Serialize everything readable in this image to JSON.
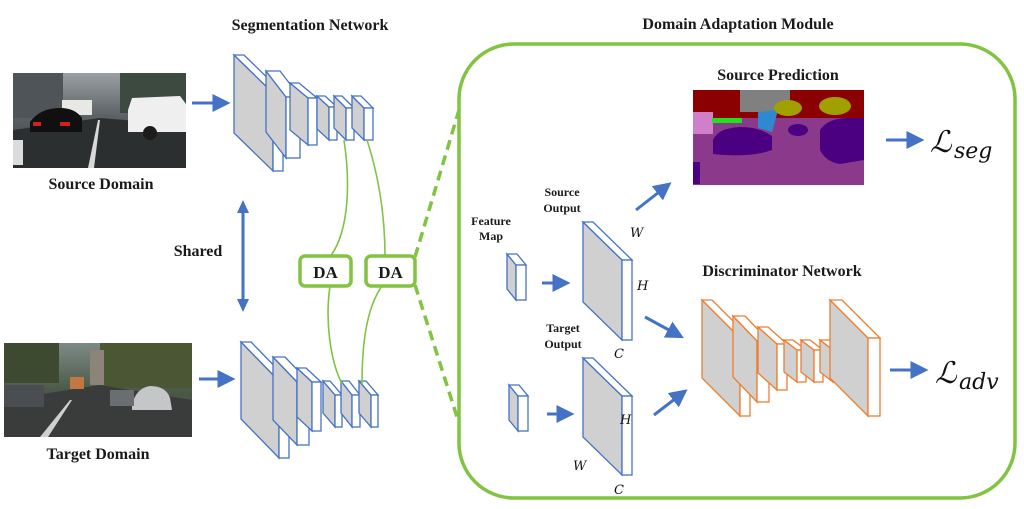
{
  "titles": {
    "segmentation_network": "Segmentation Network",
    "domain_adaptation_module": "Domain Adaptation Module",
    "source_prediction": "Source Prediction",
    "discriminator_network": "Discriminator Network"
  },
  "labels": {
    "source_domain": "Source Domain",
    "target_domain": "Target Domain",
    "shared": "Shared",
    "feature_map_line1": "Feature",
    "feature_map_line2": "Map",
    "source_output_line1": "Source",
    "source_output_line2": "Output",
    "target_output_line1": "Target",
    "target_output_line2": "Output"
  },
  "da_blocks": [
    "DA",
    "DA"
  ],
  "dims": {
    "w": "W",
    "h": "H",
    "c": "C"
  },
  "losses": {
    "seg_symbol": "ℒ",
    "seg_sub": "seg",
    "adv_symbol": "ℒ",
    "adv_sub": "adv"
  },
  "colors": {
    "network_blue": "#4472c4",
    "arrow_blue": "#4472c4",
    "module_green": "#82c341",
    "discriminator_orange": "#ed7d31",
    "layer_fill": "#d0d0d0"
  }
}
